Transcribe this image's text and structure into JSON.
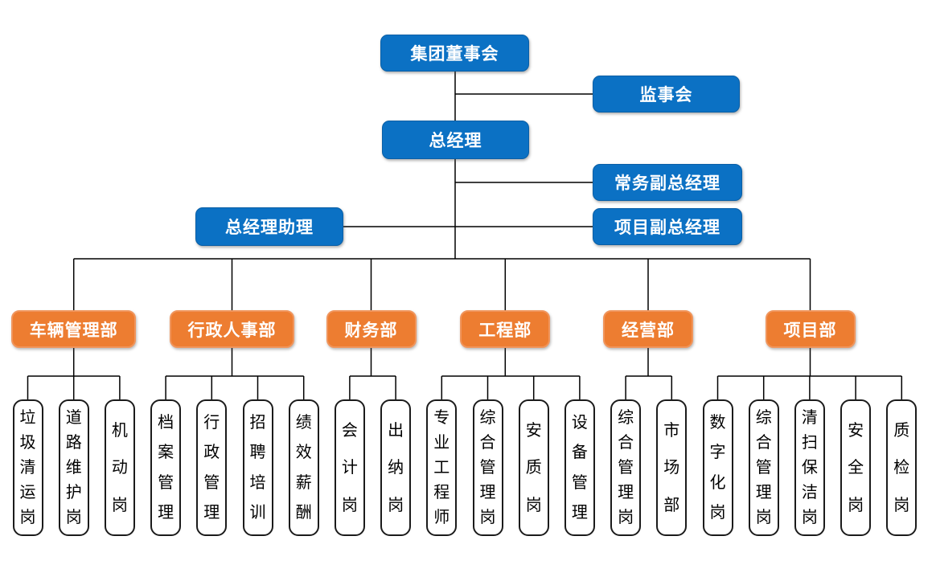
{
  "chart": {
    "board": "集团董事会",
    "supervisory": "监事会",
    "general_manager": "总经理",
    "executive_deputy_gm": "常务副总经理",
    "project_deputy_gm": "项目副总经理",
    "gm_assistant": "总经理助理",
    "departments": [
      {
        "label": "车辆管理部",
        "children": [
          "垃圾清运岗",
          "道路维护岗",
          "机动岗"
        ]
      },
      {
        "label": "行政人事部",
        "children": [
          "档案管理",
          "行政管理",
          "招聘培训",
          "绩效薪酬"
        ]
      },
      {
        "label": "财务部",
        "children": [
          "会计岗",
          "出纳岗"
        ]
      },
      {
        "label": "工程部",
        "children": [
          "专业工程师",
          "综合管理岗",
          "安质岗",
          "设备管理"
        ]
      },
      {
        "label": "经营部",
        "children": [
          "综合管理岗",
          "市场部"
        ]
      },
      {
        "label": "项目部",
        "children": [
          "数字化岗",
          "综合管理岗",
          "清扫保洁岗",
          "安全岗",
          "质检岗"
        ]
      }
    ]
  },
  "colors": {
    "executive_blue": "#0B71C4",
    "executive_blue_border": "#0A5FA6",
    "department_orange": "#ED7D31",
    "department_orange_border": "#F0955C",
    "leaf_background": "#FFFFFF",
    "leaf_border": "#1B1B1B",
    "connector": "#000000",
    "box_text": "#FFFFFF",
    "leaf_text": "#000000"
  }
}
